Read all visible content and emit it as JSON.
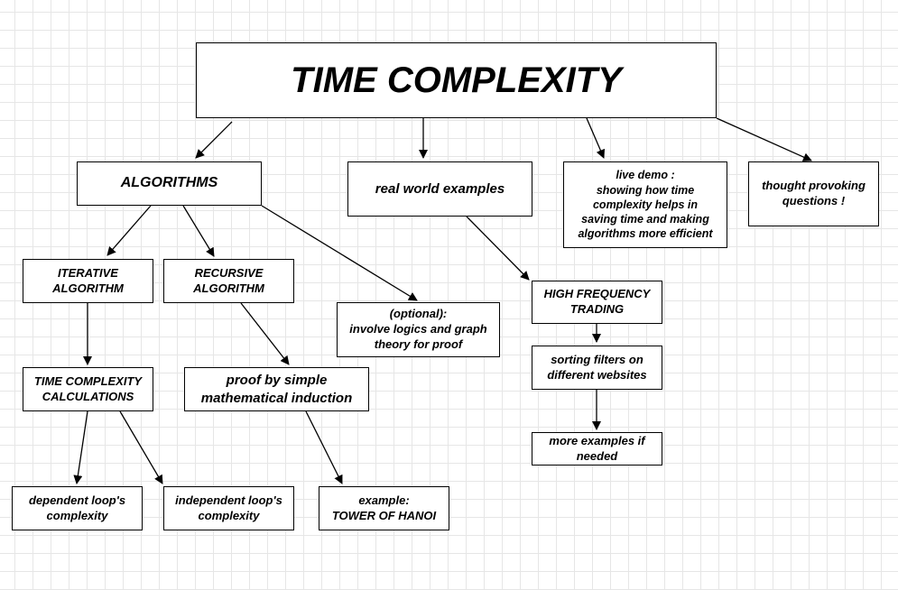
{
  "nodes": {
    "time_complexity": "TIME COMPLEXITY",
    "algorithms": "ALGORITHMS",
    "real_world_examples": "real world examples",
    "live_demo": "live demo :\nshowing how time\ncomplexity helps in\nsaving time and making\nalgorithms more efficient",
    "thought_provoking": "thought provoking\nquestions !",
    "iterative_algorithm": "ITERATIVE\nALGORITHM",
    "recursive_algorithm": "RECURSIVE\nALGORITHM",
    "optional_logics": "(optional):\ninvolve logics and graph\ntheory  for proof",
    "high_frequency_trading": "HIGH FREQUENCY\nTRADING",
    "sorting_filters": "sorting filters on\ndifferent websites",
    "more_examples": "more examples if\nneeded",
    "time_complexity_calculations": "TIME COMPLEXITY\nCALCULATIONS",
    "proof_induction": "proof by simple\nmathematical induction",
    "dependent_loops": "dependent loop's\ncomplexity",
    "independent_loops": "independent loop's\ncomplexity",
    "tower_of_hanoi": "example:\nTOWER OF HANOI"
  },
  "edges": [
    {
      "from": "time_complexity",
      "to": "algorithms"
    },
    {
      "from": "time_complexity",
      "to": "real_world_examples"
    },
    {
      "from": "time_complexity",
      "to": "live_demo"
    },
    {
      "from": "time_complexity",
      "to": "thought_provoking"
    },
    {
      "from": "algorithms",
      "to": "iterative_algorithm"
    },
    {
      "from": "algorithms",
      "to": "recursive_algorithm"
    },
    {
      "from": "algorithms",
      "to": "optional_logics"
    },
    {
      "from": "real_world_examples",
      "to": "high_frequency_trading"
    },
    {
      "from": "high_frequency_trading",
      "to": "sorting_filters"
    },
    {
      "from": "sorting_filters",
      "to": "more_examples"
    },
    {
      "from": "iterative_algorithm",
      "to": "time_complexity_calculations"
    },
    {
      "from": "recursive_algorithm",
      "to": "proof_induction"
    },
    {
      "from": "time_complexity_calculations",
      "to": "dependent_loops"
    },
    {
      "from": "time_complexity_calculations",
      "to": "independent_loops"
    },
    {
      "from": "proof_induction",
      "to": "tower_of_hanoi"
    }
  ]
}
